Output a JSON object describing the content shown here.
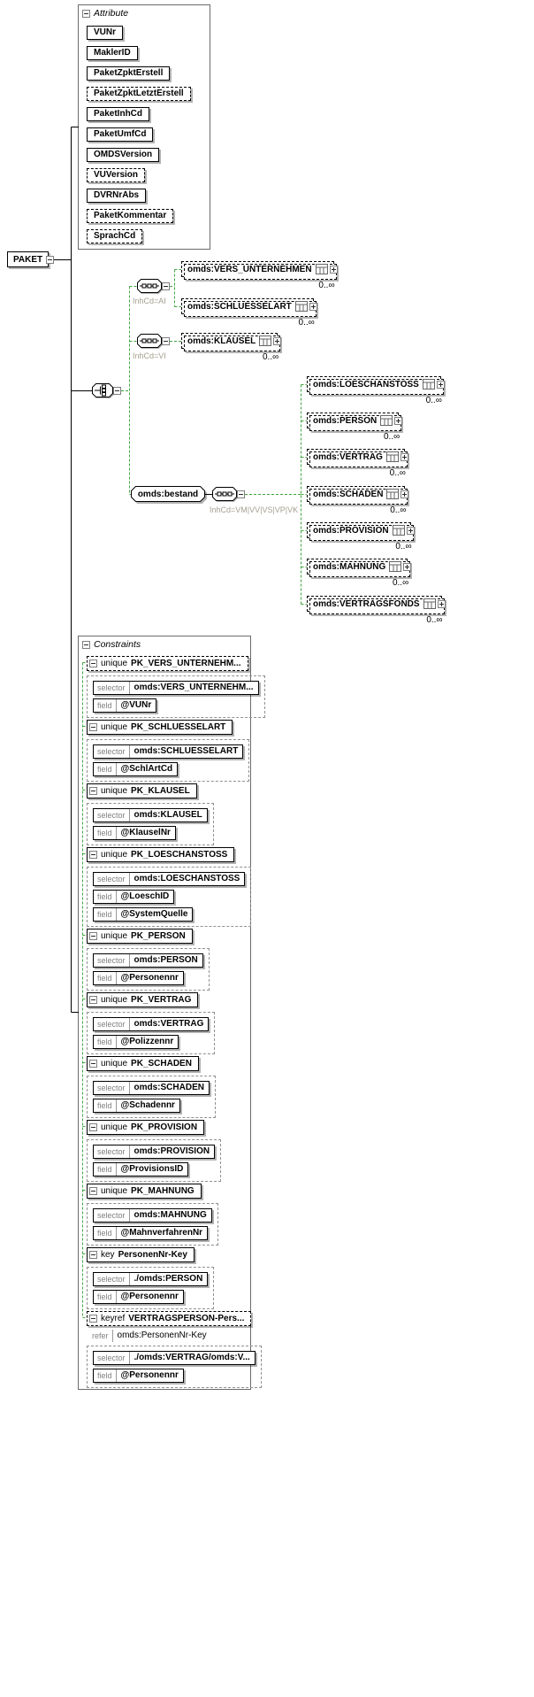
{
  "diagram": {
    "root": {
      "label": "PAKET"
    },
    "colors": {
      "connector_required": "#000000",
      "connector_optional": "#3FA43F"
    },
    "attributes": {
      "title": "Attribute",
      "items": [
        {
          "label": "VUNr"
        },
        {
          "label": "MaklerID"
        },
        {
          "label": "PaketZpktErstell"
        },
        {
          "label": "PaketZpktLetztErstell"
        },
        {
          "label": "PaketInhCd"
        },
        {
          "label": "PaketUmfCd"
        },
        {
          "label": "OMDSVersion"
        },
        {
          "label": "VUVersion"
        },
        {
          "label": "DVRNrAbs"
        },
        {
          "label": "PaketKommentar"
        },
        {
          "label": "SprachCd"
        }
      ]
    },
    "branches": [
      {
        "condition": "InhCd=AI",
        "children": [
          {
            "label": "omds:VERS_UNTERNEHMEN",
            "occurs": "0..∞"
          },
          {
            "label": "omds:SCHLUESSELART",
            "occurs": "0..∞"
          }
        ]
      },
      {
        "condition": "InhCd=VI",
        "children": [
          {
            "label": "omds:KLAUSEL",
            "occurs": "0..∞"
          }
        ]
      },
      {
        "label": "omds:bestand",
        "condition": "InhCd=VM|VV|VS|VP|VK",
        "children": [
          {
            "label": "omds:LOESCHANSTOSS",
            "occurs": "0..∞"
          },
          {
            "label": "omds:PERSON",
            "occurs": "0..∞"
          },
          {
            "label": "omds:VERTRAG",
            "occurs": "0..∞"
          },
          {
            "label": "omds:SCHADEN",
            "occurs": "0..∞"
          },
          {
            "label": "omds:PROVISION",
            "occurs": "0..∞"
          },
          {
            "label": "omds:MAHNUNG",
            "occurs": "0..∞"
          },
          {
            "label": "omds:VERTRAGSFONDS",
            "occurs": "0..∞"
          }
        ]
      }
    ],
    "labels": {
      "selector": "selector",
      "field": "field",
      "refer": "refer"
    },
    "constraints": {
      "title": "Constraints",
      "items": [
        {
          "kind": "unique",
          "name": "PK_VERS_UNTERNEHM...",
          "selector": "omds:VERS_UNTERNEHM...",
          "fields": [
            "@VUNr"
          ]
        },
        {
          "kind": "unique",
          "name": "PK_SCHLUESSELART",
          "selector": "omds:SCHLUESSELART",
          "fields": [
            "@SchlArtCd"
          ]
        },
        {
          "kind": "unique",
          "name": "PK_KLAUSEL",
          "selector": "omds:KLAUSEL",
          "fields": [
            "@KlauselNr"
          ]
        },
        {
          "kind": "unique",
          "name": "PK_LOESCHANSTOSS",
          "selector": "omds:LOESCHANSTOSS",
          "fields": [
            "@LoeschID",
            "@SystemQuelle"
          ]
        },
        {
          "kind": "unique",
          "name": "PK_PERSON",
          "selector": "omds:PERSON",
          "fields": [
            "@Personennr"
          ]
        },
        {
          "kind": "unique",
          "name": "PK_VERTRAG",
          "selector": "omds:VERTRAG",
          "fields": [
            "@Polizzennr"
          ]
        },
        {
          "kind": "unique",
          "name": "PK_SCHADEN",
          "selector": "omds:SCHADEN",
          "fields": [
            "@Schadennr"
          ]
        },
        {
          "kind": "unique",
          "name": "PK_PROVISION",
          "selector": "omds:PROVISION",
          "fields": [
            "@ProvisionsID"
          ]
        },
        {
          "kind": "unique",
          "name": "PK_MAHNUNG",
          "selector": "omds:MAHNUNG",
          "fields": [
            "@MahnverfahrenNr"
          ]
        },
        {
          "kind": "key",
          "name": "PersonenNr-Key",
          "selector": "./omds:PERSON",
          "fields": [
            "@Personennr"
          ]
        },
        {
          "kind": "keyref",
          "name": "VERTRAGSPERSON-Pers...",
          "refer": "omds:PersonenNr-Key",
          "selector": "./omds:VERTRAG/omds:V...",
          "fields": [
            "@Personennr"
          ]
        }
      ]
    }
  }
}
